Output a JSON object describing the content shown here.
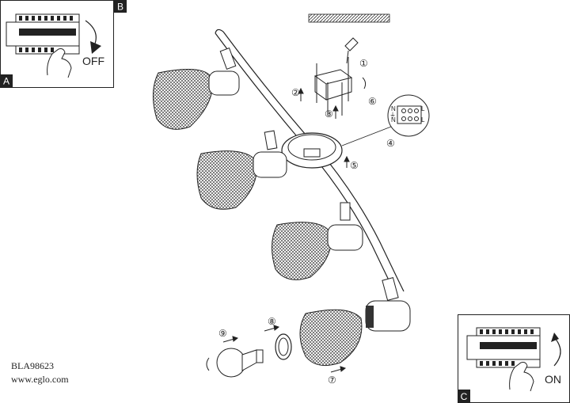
{
  "panels": {
    "a": {
      "tag": "A"
    },
    "b": {
      "tag": "B",
      "label": "OFF"
    },
    "c": {
      "tag": "C",
      "label": "ON"
    }
  },
  "steps": [
    "①",
    "②",
    "③",
    "④",
    "⑤",
    "⑥",
    "⑦",
    "⑧",
    "⑨"
  ],
  "terminal": {
    "n": "N",
    "l": "L",
    "earth": "⏚"
  },
  "footer": {
    "code": "BLA98623",
    "url": "www.eglo.com"
  },
  "colors": {
    "ink": "#222222",
    "panel_tag": "#222222",
    "mesh": "#444444"
  }
}
